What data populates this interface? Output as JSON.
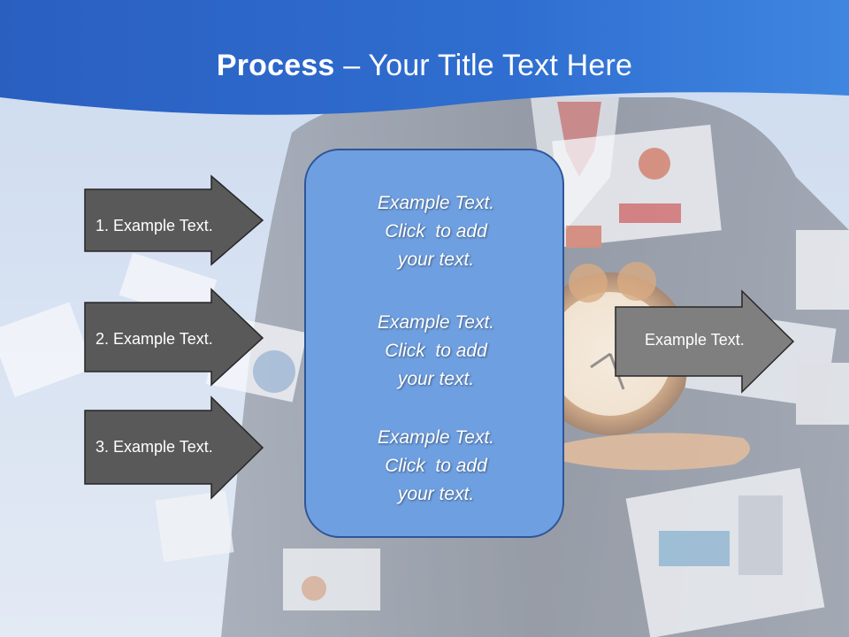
{
  "title": {
    "bold": "Process",
    "rest": " – Your Title Text Here"
  },
  "left_arrows": [
    {
      "label": "1. Example Text."
    },
    {
      "label": "2. Example Text."
    },
    {
      "label": "3. Example Text."
    }
  ],
  "center_box": {
    "blocks": [
      [
        "Example Text.",
        "Click  to add",
        "your text."
      ],
      [
        "Example Text.",
        "Click  to add",
        "your text."
      ],
      [
        "Example Text.",
        "Click  to add",
        "your text."
      ]
    ]
  },
  "right_arrow": {
    "label": "Example Text."
  },
  "colors": {
    "header_blue": "#2a63c4",
    "arrow_fill": "#595959",
    "right_arrow_fill": "#7f7f7f",
    "box_fill": "#6e9fe0",
    "box_border": "#2f5597"
  }
}
